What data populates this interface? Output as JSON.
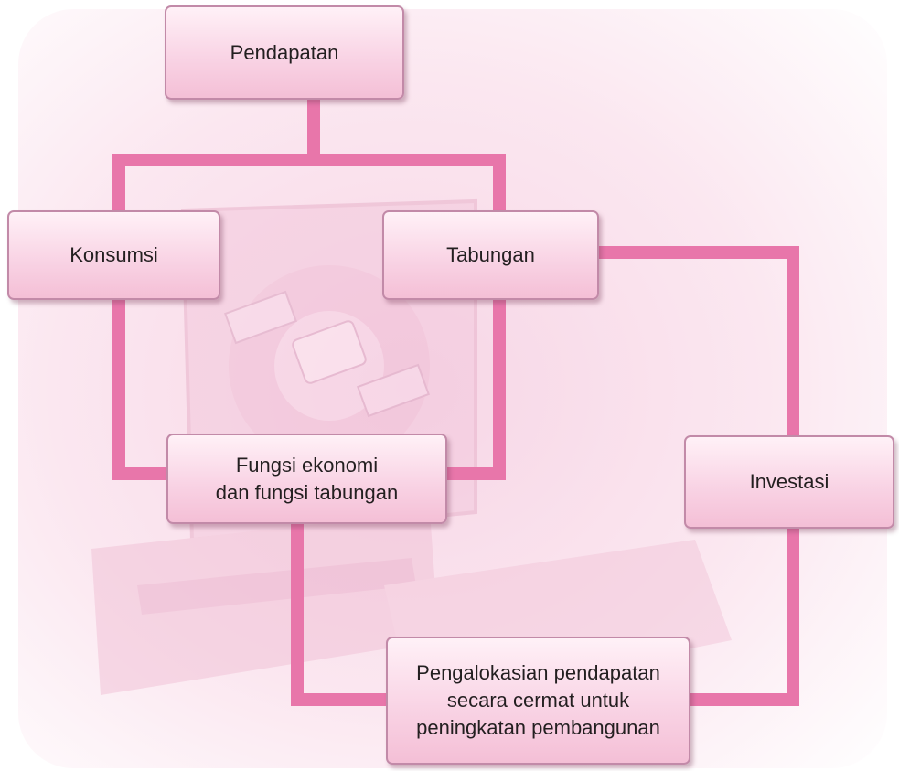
{
  "colors": {
    "connector": "#e876aa",
    "node_fill": "#f9d4e5",
    "node_border": "#c28aa8",
    "background_tint": "#f7dbe8"
  },
  "nodes": {
    "pendapatan": "Pendapatan",
    "konsumsi": "Konsumsi",
    "tabungan": "Tabungan",
    "fungsi": "Fungsi ekonomi\ndan fungsi tabungan",
    "investasi": "Investasi",
    "pengalokasian": "Pengalokasian pendapatan\nsecara cermat untuk\npeningkatan pembangunan"
  }
}
